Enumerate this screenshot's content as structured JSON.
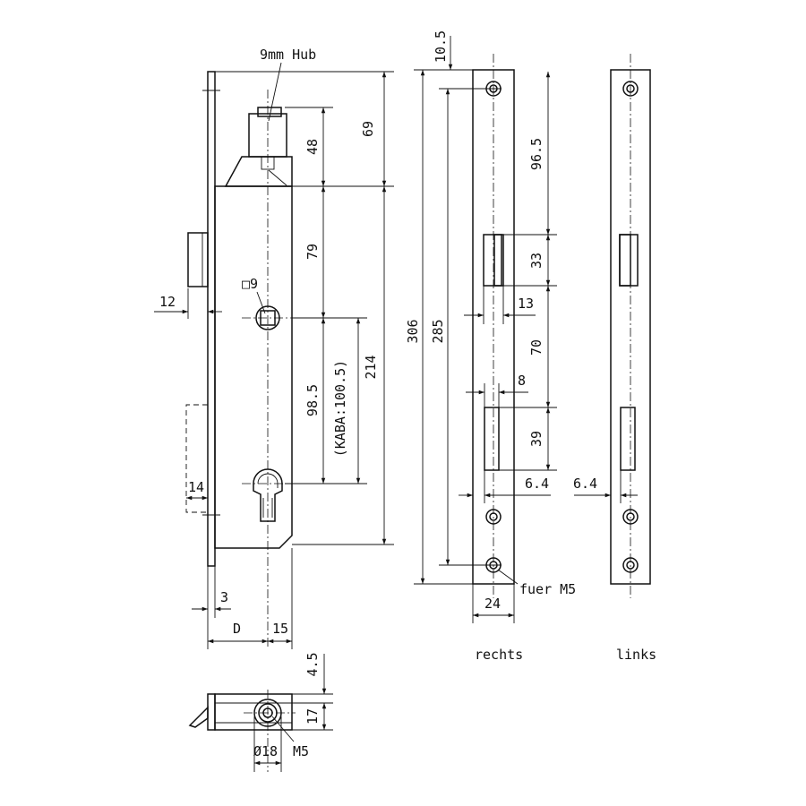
{
  "labels": {
    "stroke": "9mm Hub",
    "square_spindle": "□9",
    "mount_screw_note": "fuer M5",
    "bolt_screw": "M5",
    "bolt_diameter": "Ø18",
    "backset_symbol": "D",
    "right_variant": "rechts",
    "left_variant": "links"
  },
  "dimensions": {
    "latch_to_top": "48",
    "lock_top_section": "69",
    "handle_section": "79",
    "follower_to_cylinder": "98.5",
    "kaba_note": "(KABA:100.5)",
    "center_to_bottom": "214",
    "case_height": "306",
    "faceplate_hole_spacing": "285",
    "faceplate_top_hole": "10.5",
    "top_hole_to_latch": "96.5",
    "latch_opening": "33",
    "latch_opening_width": "13",
    "latch_to_bolt": "70",
    "bolt_opening_width": "8",
    "bolt_opening": "39",
    "offset_right": "6.4",
    "offset_left": "6.4",
    "faceplate_width": "24",
    "plate_thickness": "12",
    "bolt_projection": "14",
    "faceplate_thickness": "3",
    "cylinder_offset": "15",
    "bolt_thickness": "4.5",
    "bolt_height": "17"
  }
}
